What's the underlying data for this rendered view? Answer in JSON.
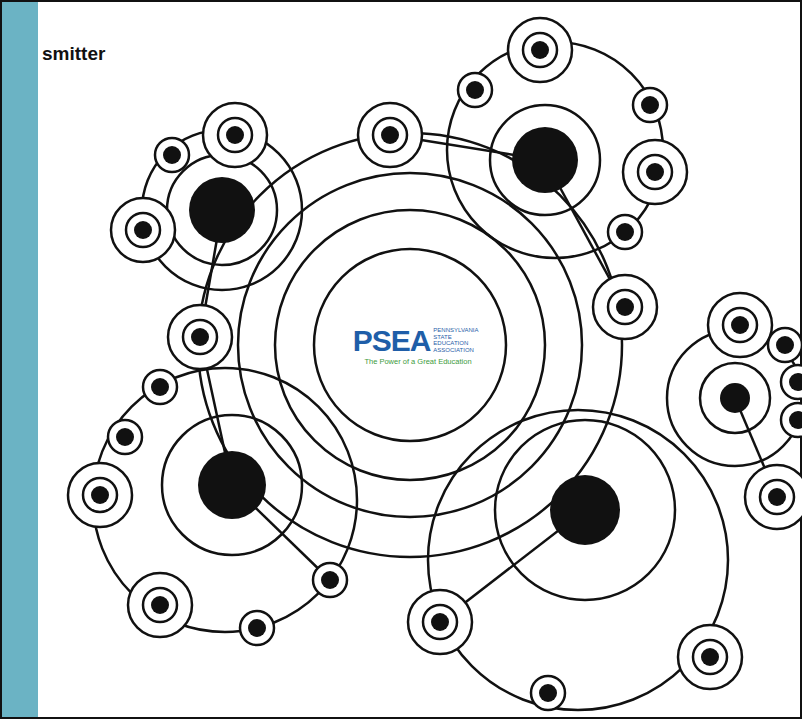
{
  "diagram": {
    "title": "smitter",
    "nodes": [
      {
        "text": [
          "PSEA",
          "PENNSYLVANIA STATE EDUCATION ASSOCIATION",
          "The Power of a Great Education"
        ]
      }
    ]
  }
}
